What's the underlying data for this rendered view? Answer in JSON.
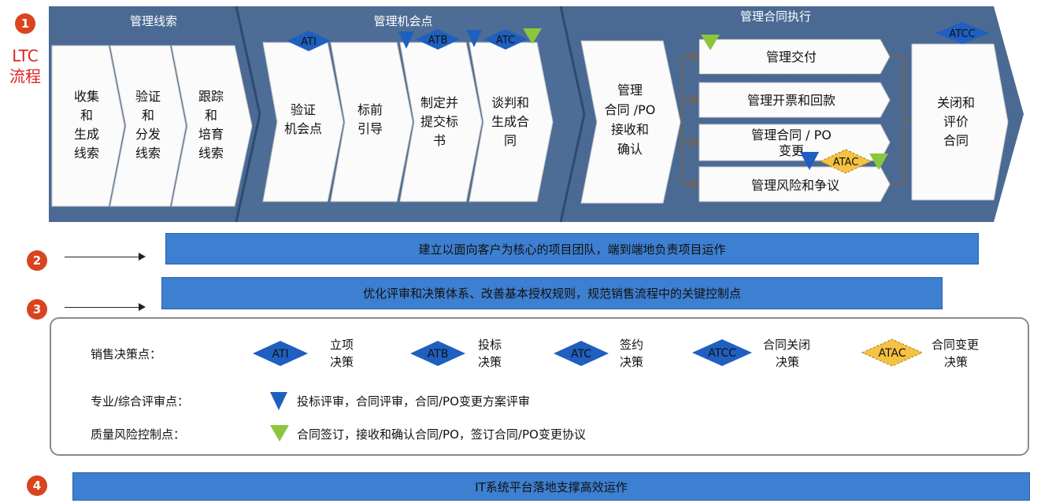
{
  "markers": {
    "one": "1",
    "two": "2",
    "three": "3",
    "four": "4"
  },
  "ltc": {
    "line1": "LTC",
    "line2": "流程"
  },
  "stages": [
    {
      "title": "管理线索"
    },
    {
      "title": "管理机会点"
    },
    {
      "title": "管理合同执行"
    }
  ],
  "steps": {
    "lead": [
      [
        "收集",
        "和",
        "生成",
        "线索"
      ],
      [
        "验证",
        "和",
        "分发",
        "线索"
      ],
      [
        "跟踪",
        "和",
        "培育",
        "线索"
      ]
    ],
    "opp": [
      [
        "验证",
        "机会点"
      ],
      [
        "标前",
        "引导"
      ],
      [
        "制定并",
        "提交标",
        "书"
      ],
      [
        "谈判和",
        "生成合",
        "同"
      ]
    ],
    "contract_in": [
      "管理",
      "合同 /PO",
      "接收和",
      "确认"
    ],
    "sub": [
      "管理交付",
      "管理开票和回款",
      "管理合同 / PO",
      "变更",
      "管理风险和争议"
    ],
    "close": [
      "关闭和",
      "评价",
      "合同"
    ]
  },
  "decision_labels": {
    "ati": "ATI",
    "atb": "ATB",
    "atc": "ATC",
    "atcc": "ATCC",
    "atac": "ATAC"
  },
  "bands": {
    "b2": "建立以面向客户为核心的项目团队，端到端地负责项目运作",
    "b3": "优化评审和决策体系、改善基本授权规则，规范销售流程中的关键控制点",
    "b4": "IT系统平台落地支撑高效运作"
  },
  "legend": {
    "decision_title": "销售决策点：",
    "items": [
      {
        "code": "ATI",
        "text1": "立项",
        "text2": "决策"
      },
      {
        "code": "ATB",
        "text1": "投标",
        "text2": "决策"
      },
      {
        "code": "ATC",
        "text1": "签约",
        "text2": "决策"
      },
      {
        "code": "ATCC",
        "text1": "合同关闭",
        "text2": "决策"
      },
      {
        "code": "ATAC",
        "text1": "合同变更",
        "text2": "决策"
      }
    ],
    "review_title": "专业/综合评审点：",
    "review_text": "投标评审，合同评审，合同/PO变更方案评审",
    "quality_title": "质量风险控制点：",
    "quality_text": "合同签订，接收和确认合同/PO，签订合同/PO变更协议"
  },
  "colors": {
    "stage_bg": "#4a6a94",
    "band": "#3d7fd0",
    "diamond": "#1f5fbf",
    "atac": "#f5c242",
    "green": "#8cc63f",
    "blue_tri": "#1f5fbf",
    "marker": "#d9441e"
  }
}
